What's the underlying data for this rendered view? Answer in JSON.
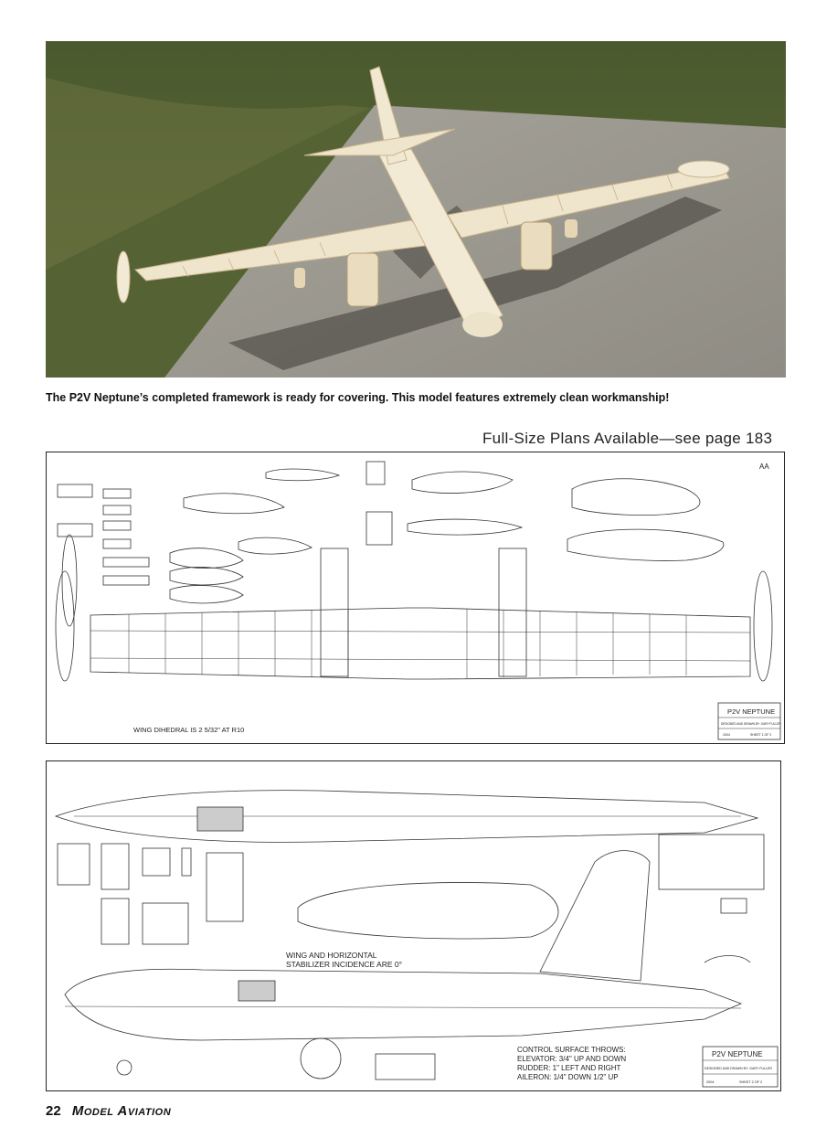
{
  "photo": {
    "alt_subject": "balsa framework airplane model on concrete"
  },
  "caption": "The P2V Neptune’s completed framework is ready for covering. This model features extremely clean workmanship!",
  "plans_note": "Full-Size Plans Available—see page 183",
  "sheet1": {
    "section_mark": "AA",
    "dihedral_note": "WING DIHEDRAL IS 2 5/32\" AT R10",
    "title_block": {
      "title": "P2V NEPTUNE",
      "designer": "DESIGNED AND DRAWN BY: GARY FULLER",
      "year": "2004",
      "sheet": "SHEET 1 OF 2"
    }
  },
  "sheet2": {
    "stab_note_1": "WING AND HORIZONTAL",
    "stab_note_2": "STABILIZER INCIDENCE ARE 0°",
    "throws": {
      "title": "CONTROL SURFACE THROWS:",
      "elevator": "ELEVATOR: 3/4\" UP AND DOWN",
      "rudder": "RUDDER: 1\" LEFT AND RIGHT",
      "aileron": "AILERON: 1/4\" DOWN 1/2\" UP"
    },
    "title_block": {
      "title": "P2V NEPTUNE",
      "designer": "DESIGNED AND DRAWN BY: GARY FULLER",
      "year": "2004",
      "sheet": "SHEET 2 OF 2"
    }
  },
  "folio": {
    "page_number": "22",
    "magazine": "Model Aviation"
  }
}
